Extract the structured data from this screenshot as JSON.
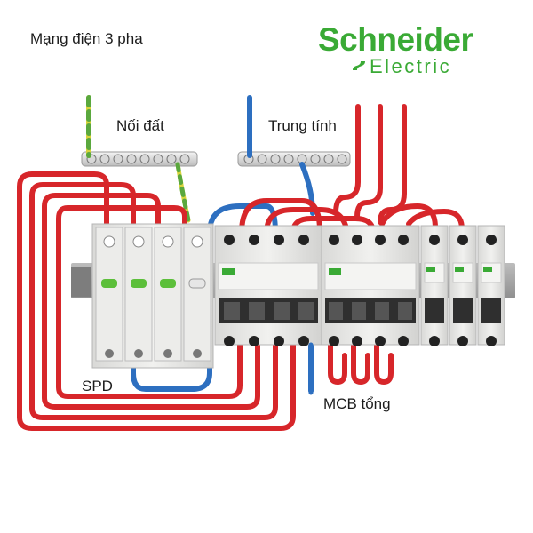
{
  "title": "Mạng điện 3 pha",
  "brand": {
    "name": "Schneider",
    "sub": "Electric",
    "color": "#3aaa35"
  },
  "labels": {
    "earth": "Nối đất",
    "neutral": "Trung tính",
    "spd": "SPD",
    "main_mcb": "MCB tổng"
  },
  "colors": {
    "phase_wire": "#d7262a",
    "neutral_wire": "#2d6fc0",
    "earth_wire_yellow": "#d8d43c",
    "earth_wire_green": "#5aa83e",
    "module_body": "#e8e8e6",
    "indicator": "#5cbf3a"
  },
  "spd_modules": [
    "",
    "",
    "",
    ""
  ],
  "mcb_main_poles": [
    "",
    "",
    "",
    ""
  ],
  "mcb_group_poles": [
    "",
    "",
    "",
    ""
  ],
  "mcb_branch_poles": [
    "",
    "",
    ""
  ]
}
